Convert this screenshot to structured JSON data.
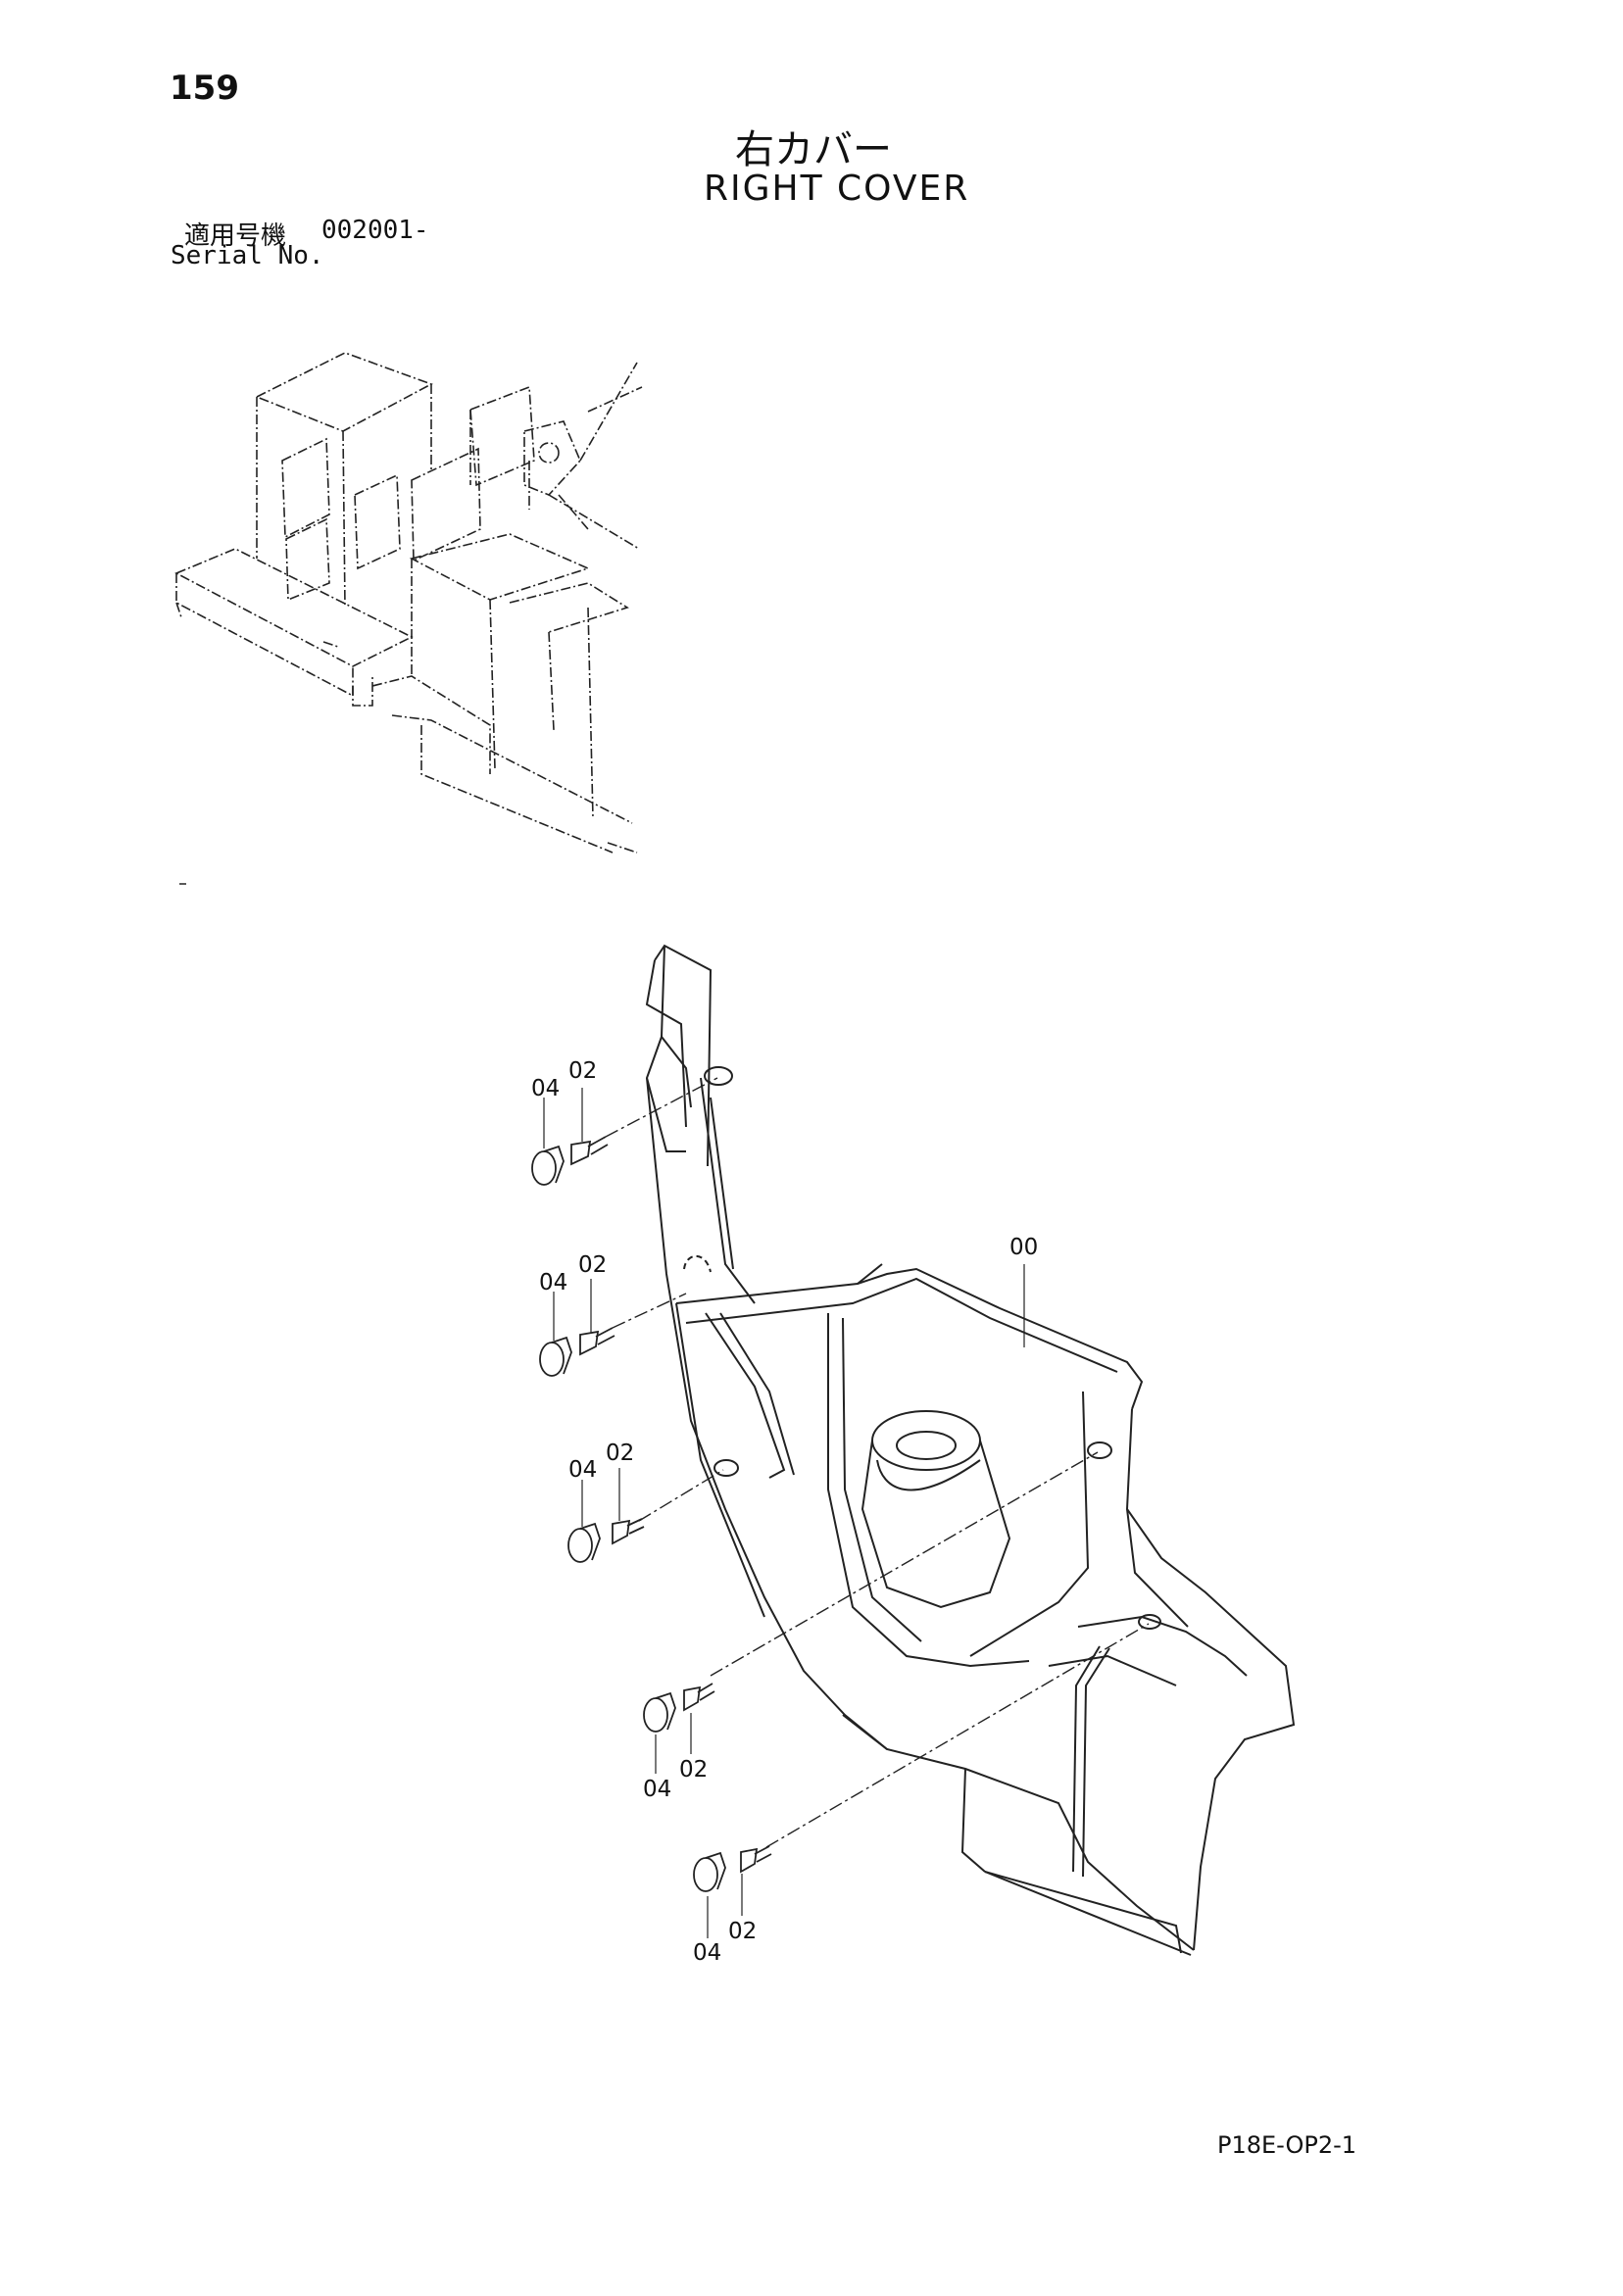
{
  "header": {
    "page_number": "159",
    "title_ja": "右カバー",
    "title_en": "RIGHT COVER",
    "serial_label_ja": "適用号機",
    "serial_value": "002001-",
    "serial_label_en": "Serial No."
  },
  "footer": {
    "doc_code": "P18E-OP2-1"
  },
  "callouts": {
    "cover": "00",
    "bolt": "02",
    "cap": "04"
  }
}
